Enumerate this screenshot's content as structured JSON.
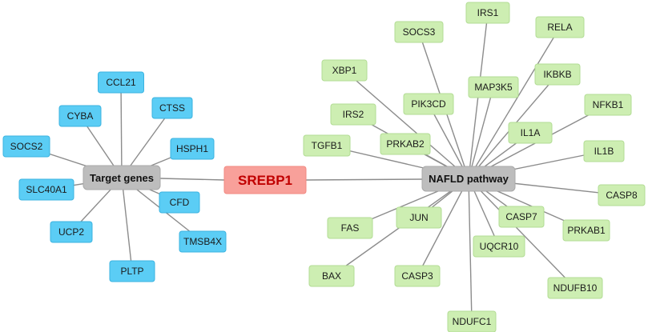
{
  "colors": {
    "target_node": "#5bcdf5",
    "target_border": "#3bb3e0",
    "pathway_node": "#cdeeb2",
    "pathway_border": "#b2dc94",
    "hub": "#bdbdbd",
    "center": "#f8a09a",
    "center_text": "#c00000",
    "edge": "#8c8c8c"
  },
  "center": {
    "label": "SREBP1"
  },
  "hubs": {
    "target": {
      "label": "Target genes"
    },
    "pathway": {
      "label": "NAFLD pathway"
    }
  },
  "target_genes": [
    "CCL21",
    "CYBA",
    "CTSS",
    "SOCS2",
    "HSPH1",
    "SLC40A1",
    "CFD",
    "UCP2",
    "TMSB4X",
    "PLTP"
  ],
  "pathway_genes": [
    "IRS1",
    "SOCS3",
    "RELA",
    "XBP1",
    "MAP3K5",
    "IKBKB",
    "IRS2",
    "PIK3CD",
    "NFKB1",
    "TGFB1",
    "PRKAB2",
    "IL1A",
    "IL1B",
    "CASP8",
    "CASP7",
    "FAS",
    "JUN",
    "PRKAB1",
    "UQCR10",
    "BAX",
    "CASP3",
    "NDUFB10",
    "NDUFC1"
  ]
}
